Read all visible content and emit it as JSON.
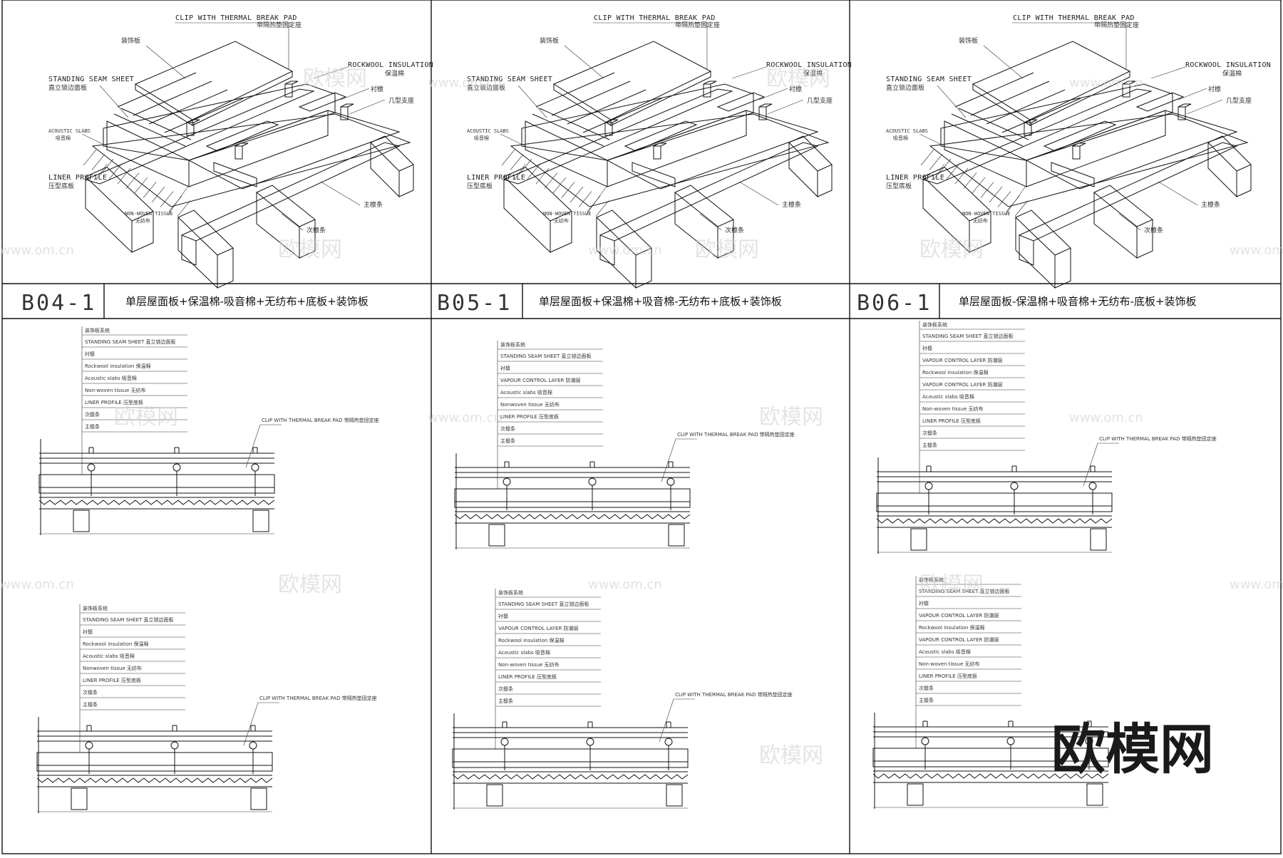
{
  "panels": [
    {
      "code": "B04-1",
      "description": "单层屋面板+保温棉-吸音棉+无纺布+底板+装饰板",
      "iso_labels": {
        "clip_en": "CLIP WITH THERMAL BREAK PAD",
        "clip_cn": "带隔热垫固定座",
        "sheet_en": "STANDING SEAM SHEET",
        "sheet_cn": "直立锁边面板",
        "rockwool_en": "ROCKWOOL INSULATION",
        "rockwool_cn": "保温棉",
        "liner_en": "LINER PROFILE",
        "liner_cn": "压型底板",
        "acoustic": "ACOUSTIC SLABS",
        "acoustic_cn": "吸音棉",
        "nonwoven": "NON-WOVEN TISSUE",
        "nonwoven_cn": "无纺布",
        "top_cn": "装饰板",
        "spacer_cn": "衬檩",
        "bracket_cn": "几型支座",
        "purlin_cn": "主檩条",
        "beam_cn": "次檩条"
      },
      "sections": [
        {
          "header": "装饰板系统",
          "rows": [
            "STANDING SEAM SHEET 直立锁边面板",
            "衬檩",
            "Rockwool insulation 保温棉",
            "Acoustic slabs 吸音棉",
            "Non-woven tissue 无纺布",
            "LINER PROFILE 压型底板",
            "次檩条",
            "主檩条"
          ],
          "clip_note": "CLIP WITH THERMAL BREAK PAD 带隔热垫固定座"
        },
        {
          "header": "装饰板系统",
          "rows": [
            "STANDING SEAM SHEET 直立锁边面板",
            "衬檩",
            "Rockwool insulation 保温棉",
            "Acoustic slabs 吸音棉",
            "Nonwoven tissue 无纺布",
            "LINER PROFILE 压型底板",
            "次檩条",
            "主檩条"
          ],
          "clip_note": "CLIP WITH THERMAL BREAK PAD 带隔热垫固定座"
        }
      ]
    },
    {
      "code": "B05-1",
      "description": "单层屋面板+保温棉+吸音棉-无纺布+底板+装饰板",
      "iso_labels": {
        "clip_en": "CLIP WITH THERMAL BREAK PAD",
        "clip_cn": "带隔热垫固定座",
        "sheet_en": "STANDING SEAM SHEET",
        "sheet_cn": "直立锁边面板",
        "rockwool_en": "ROCKWOOL INSULATION",
        "rockwool_cn": "保温棉",
        "liner_en": "LINER PROFILE",
        "liner_cn": "压型底板",
        "acoustic": "ACOUSTIC SLABS",
        "acoustic_cn": "吸音棉",
        "nonwoven": "NON-WOVEN TISSUE",
        "nonwoven_cn": "无纺布",
        "top_cn": "装饰板",
        "spacer_cn": "衬檩",
        "bracket_cn": "几型支座",
        "purlin_cn": "主檩条",
        "beam_cn": "次檩条"
      },
      "sections": [
        {
          "header": "装饰板系统",
          "rows": [
            "STANDING SEAM SHEET 直立锁边面板",
            "衬檩",
            "VAPOUR CONTROL LAYER 防潮层",
            "Acoustic slabs 吸音棉",
            "Nonwoven tissue 无纺布",
            "LINER PROFILE 压型底板",
            "次檩条",
            "主檩条"
          ],
          "clip_note": "CLIP WITH THERMAL BREAK PAD 带隔热垫固定座"
        },
        {
          "header": "装饰板系统",
          "rows": [
            "STANDING SEAM SHEET 直立锁边面板",
            "衬檩",
            "VAPOUR CONTROL LAYER 防潮层",
            "Rockwool insulation 保温棉",
            "Acoustic slabs 吸音棉",
            "Non-woven tissue 无纺布",
            "LINER PROFILE 压型底板",
            "次檩条",
            "主檩条"
          ],
          "clip_note": "CLIP WITH THERMAL BREAK PAD 带隔热垫固定座"
        }
      ]
    },
    {
      "code": "B06-1",
      "description": "单层屋面板-保温棉+吸音棉+无纺布-底板+装饰板",
      "iso_labels": {
        "clip_en": "CLIP WITH THERMAL BREAK PAD",
        "clip_cn": "带隔热垫固定座",
        "sheet_en": "STANDING SEAM SHEET",
        "sheet_cn": "直立锁边面板",
        "rockwool_en": "ROCKWOOL INSULATION",
        "rockwool_cn": "保温棉",
        "liner_en": "LINER PROFILE",
        "liner_cn": "压型底板",
        "acoustic": "ACOUSTIC SLABS",
        "acoustic_cn": "吸音棉",
        "nonwoven": "NON-WOVEN TISSUE",
        "nonwoven_cn": "无纺布",
        "top_cn": "装饰板",
        "spacer_cn": "衬檩",
        "bracket_cn": "几型支座",
        "purlin_cn": "主檩条",
        "beam_cn": "次檩条"
      },
      "sections": [
        {
          "header": "装饰板系统",
          "rows": [
            "STANDING SEAM SHEET 直立锁边面板",
            "衬檩",
            "VAPOUR CONTROL LAYER 防潮层",
            "Rockwool insulation 保温棉",
            "VAPOUR CONTROL LAYER 防潮层",
            "Acoustic slabs 吸音棉",
            "Non-woven tissue 无纺布",
            "LINER PROFILE 压型底板",
            "次檩条",
            "主檩条"
          ],
          "clip_note": "CLIP WITH THERMAL BREAK PAD 带隔热垫固定座"
        },
        {
          "header": "装饰板系统",
          "rows": [
            "STANDING SEAM SHEET 直立锁边面板",
            "衬檩",
            "VAPOUR CONTROL LAYER 防潮层",
            "Rockwool insulation 保温棉",
            "VAPOUR CONTROL LAYER 防潮层",
            "Acoustic slabs 吸音棉",
            "Non-woven tissue 无纺布",
            "LINER PROFILE 压型底板",
            "次檩条",
            "主檩条"
          ],
          "clip_note": ""
        }
      ]
    }
  ],
  "watermark": {
    "text": "欧模网",
    "url": "www.om.cn"
  },
  "logo": "欧模网"
}
